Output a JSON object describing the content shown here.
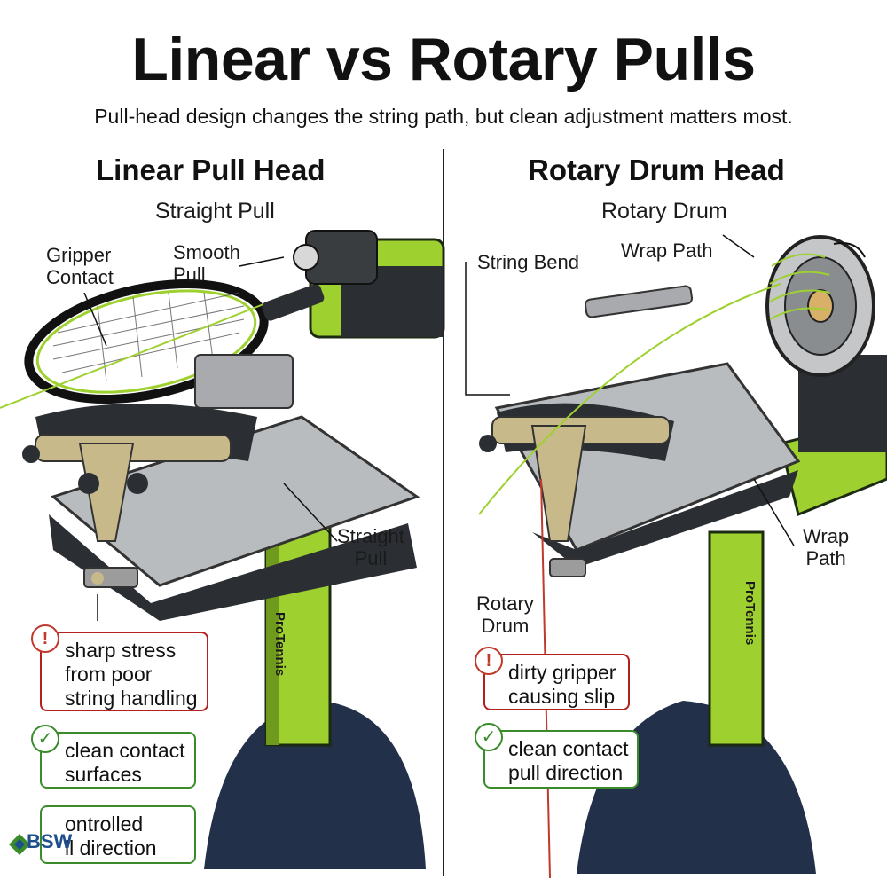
{
  "header": {
    "title": "Linear vs Rotary Pulls",
    "subtitle": "Pull-head design changes the string path, but clean adjustment matters most."
  },
  "left_panel": {
    "title": "Linear Pull Head",
    "subtitle": "Straight Pull",
    "labels": {
      "gripper_contact": "Gripper\nContact",
      "smooth_pull": "Smooth\nPull",
      "straight_pull": "Straight\nPull"
    },
    "callouts": {
      "warning": "sharp stress\nfrom poor\nstring handling",
      "ok_1": "clean contact\nsurfaces",
      "ok_2": "ontrolled\nll direction"
    },
    "brand_text": "ProTennis"
  },
  "right_panel": {
    "title": "Rotary Drum Head",
    "subtitle": "Rotary Drum",
    "labels": {
      "string_bend": "String Bend",
      "wrap_path_top": "Wrap Path",
      "wrap_path_side": "Wrap\nPath",
      "rotary_drum": "Rotary\nDrum"
    },
    "callouts": {
      "warning": "dirty gripper\ncausing slip",
      "ok_1": "clean contact\npull direction"
    },
    "brand_text": "ProTennis"
  },
  "logo": {
    "text": "BSW"
  },
  "colors": {
    "machine_green": "#9ed12f",
    "machine_dark": "#2b2f33",
    "base_navy": "#22304a",
    "metal": "#b9bcbf",
    "warn_red": "#b32020",
    "ok_green": "#3a8c2a"
  }
}
